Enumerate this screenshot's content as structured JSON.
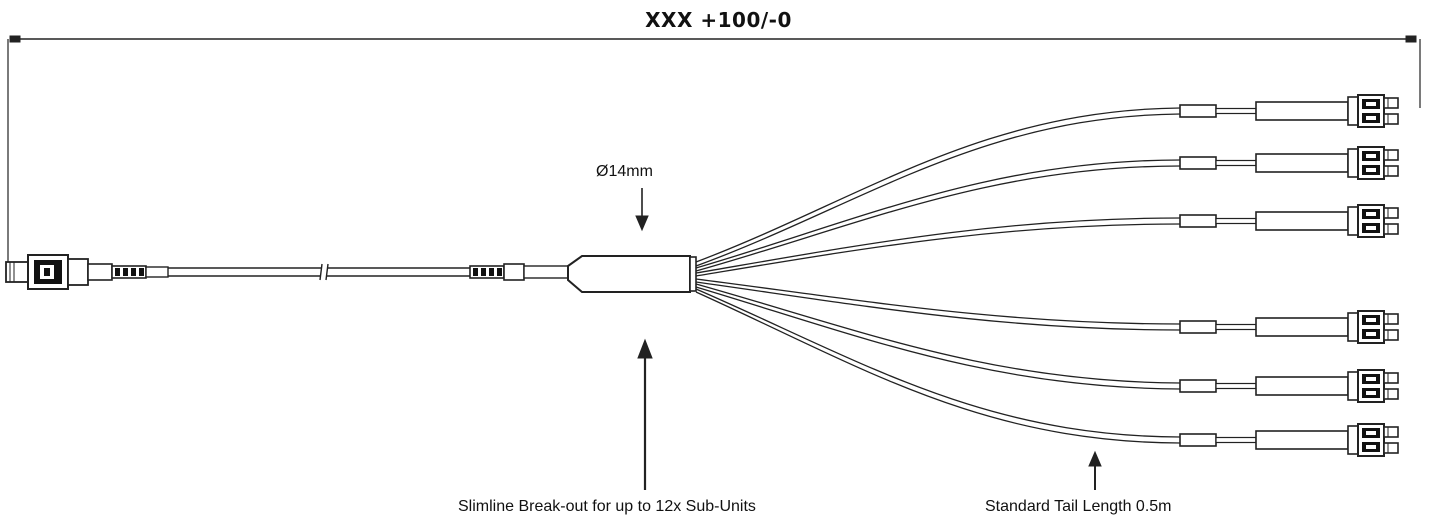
{
  "overall_length": "XXX +100/-0",
  "diameter_label": "Ø14mm",
  "breakout_label": "Slimline Break-out for up to 12x Sub-Units",
  "tail_length_label": "Standard Tail Length 0.5m",
  "tail_count": 6,
  "colors": {
    "line": "#222222",
    "fill": "#ffffff",
    "accent": "#111111"
  }
}
